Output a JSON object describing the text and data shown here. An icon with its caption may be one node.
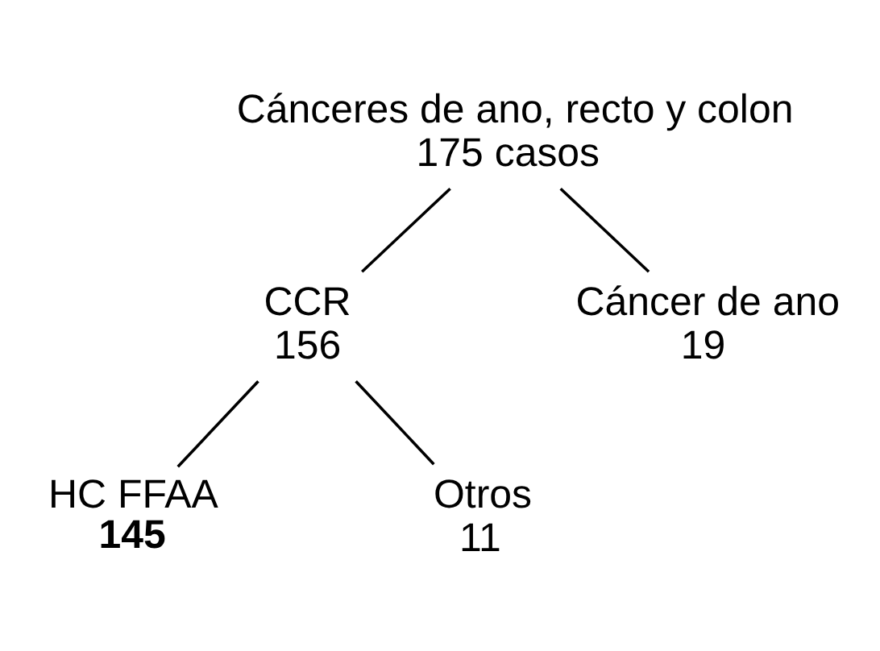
{
  "diagram": {
    "nodes": [
      {
        "text": [
          "Cánceres de ano, recto y colon",
          "175 casos"
        ]
      },
      {
        "text": [
          "CCR",
          "156"
        ]
      },
      {
        "text": [
          "Cáncer de ano",
          "19"
        ]
      },
      {
        "text": [
          "HC FFAA",
          "145"
        ]
      },
      {
        "text": [
          "Otros",
          "11"
        ]
      }
    ],
    "edges": [
      {
        "from": 0,
        "to": 1,
        "arrow": "none"
      },
      {
        "from": 0,
        "to": 2,
        "arrow": "none"
      },
      {
        "from": 1,
        "to": 3,
        "arrow": "none"
      },
      {
        "from": 1,
        "to": 4,
        "arrow": "none"
      }
    ]
  }
}
